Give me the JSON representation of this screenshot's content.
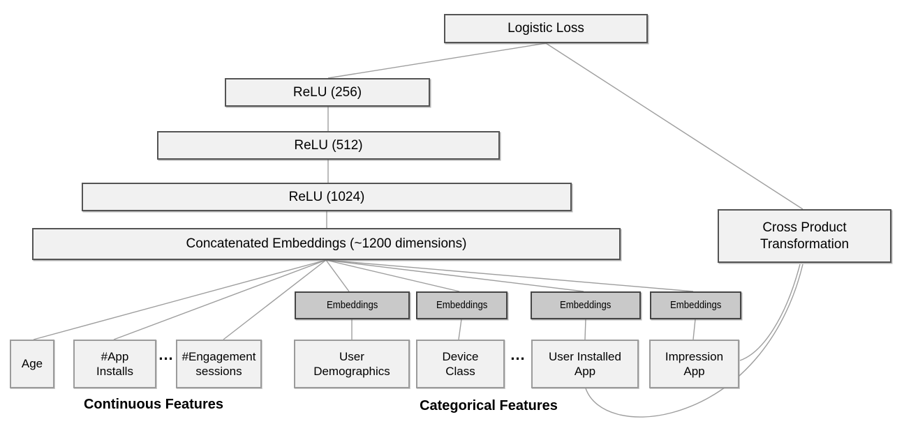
{
  "colors": {
    "box_fill": "#f1f1f1",
    "embeddings_box_fill": "#c9c9c9",
    "box_border": "#545454",
    "feature_box_border": "#9b9b9b",
    "edge_line": "#9e9e9e",
    "text": "#000000"
  },
  "nodes": {
    "logistic_loss": {
      "label": "Logistic Loss"
    },
    "relu_256": {
      "label": "ReLU (256)"
    },
    "relu_512": {
      "label": "ReLU (512)"
    },
    "relu_1024": {
      "label": "ReLU (1024)"
    },
    "concatenated_embeddings": {
      "label": "Concatenated Embeddings (~1200 dimensions)"
    },
    "cross_product_transformation": {
      "label": "Cross Product\nTransformation"
    },
    "embeddings": {
      "label": "Embeddings"
    },
    "age": {
      "label": "Age"
    },
    "app_installs": {
      "label": "#App\nInstalls"
    },
    "engagement_sessions": {
      "label": "#Engagement\nsessions"
    },
    "user_demographics": {
      "label": "User\nDemographics"
    },
    "device_class": {
      "label": "Device\nClass"
    },
    "user_installed_app": {
      "label": "User Installed\nApp"
    },
    "impression_app": {
      "label": "Impression\nApp"
    }
  },
  "section_labels": {
    "continuous": "Continuous Features",
    "categorical": "Categorical Features"
  },
  "ellipsis": "..."
}
